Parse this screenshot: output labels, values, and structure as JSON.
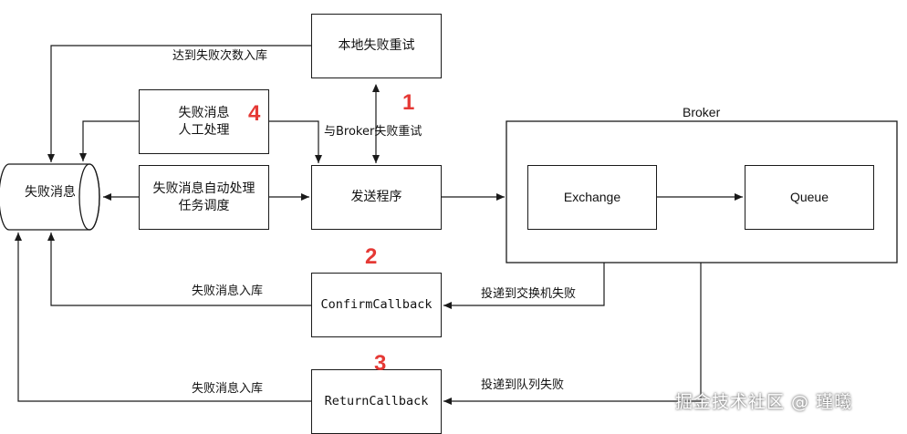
{
  "nodes": {
    "local_retry": "本地失败重试",
    "manual_process": "失败消息\n人工处理",
    "auto_process": "失败消息自动处理\n任务调度",
    "failed_messages": "失败消息",
    "send_program": "发送程序",
    "confirm_callback": "ConfirmCallback",
    "return_callback": "ReturnCallback",
    "broker_title": "Broker",
    "exchange": "Exchange",
    "queue": "Queue"
  },
  "edges": {
    "retry_limit_to_store": "达到失败次数入库",
    "broker_fail_retry": "与Broker失败重试",
    "confirm_to_store": "失败消息入库",
    "exchange_fail": "投递到交换机失败",
    "return_to_store": "失败消息入库",
    "queue_fail": "投递到队列失败"
  },
  "markers": {
    "m1": "1",
    "m2": "2",
    "m3": "3",
    "m4": "4"
  },
  "watermark": "掘金技术社区 @ 瑾曦",
  "colors": {
    "stroke": "#1a1a1a",
    "marker": "#e53935",
    "background": "#ffffff"
  }
}
